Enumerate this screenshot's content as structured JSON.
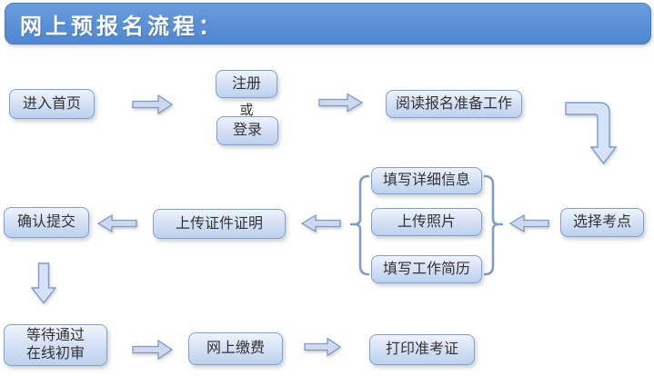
{
  "header": {
    "title": "网上预报名流程："
  },
  "nodes": {
    "enter_homepage": "进入首页",
    "register": "注册",
    "or_label": "或",
    "login": "登录",
    "read_preparation": "阅读报名准备工作",
    "select_exam_site": "选择考点",
    "fill_details": "填写详细信息",
    "upload_photo": "上传照片",
    "fill_resume": "填写工作简历",
    "upload_certificates": "上传证件证明",
    "confirm_submit": "确认提交",
    "wait_review_line1": "等待通过",
    "wait_review_line2": "在线初审",
    "online_payment": "网上缴费",
    "print_admission": "打印准考证"
  },
  "icons": {
    "arrow_right": "arrow-right-icon",
    "arrow_left": "arrow-left-icon",
    "arrow_down": "arrow-down-icon",
    "bent_arrow": "bent-arrow-down-icon",
    "left_bracket": "left-bracket-icon",
    "right_bracket": "right-bracket-icon"
  },
  "colors": {
    "header_bg": "#5b92d8",
    "header_text": "#ffffff",
    "node_border": "#7da0cc",
    "node_fill_top": "#eff4fc",
    "node_fill_bottom": "#bcd1ee",
    "arrow_fill": "#ccd9ee",
    "arrow_border": "#8599bd",
    "blue_arrow_fill": "#d6e2f8",
    "blue_arrow_border": "#7f9ccb",
    "text": "#333333"
  }
}
